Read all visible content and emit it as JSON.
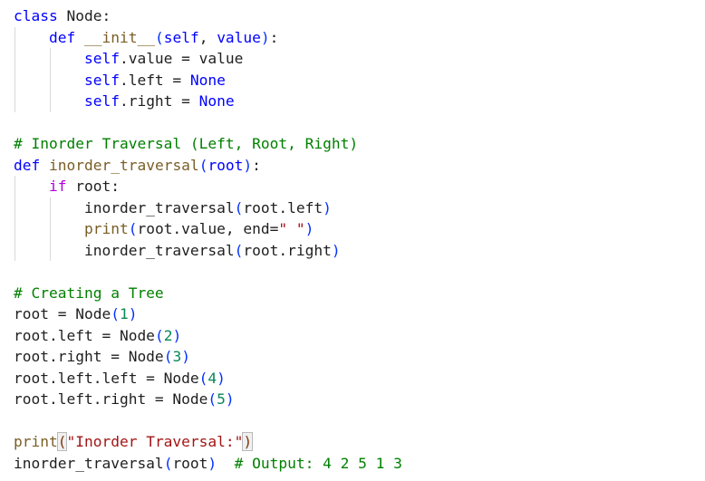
{
  "colors": {
    "background": "#ffffff",
    "keyword": "#0000ff",
    "control_keyword": "#af00db",
    "function": "#795e26",
    "string": "#a31515",
    "number": "#098658",
    "comment": "#008000",
    "bracket_level_1": "#0431fa",
    "bracket_level_2": "#319331"
  },
  "code": {
    "lines": [
      [
        [
          "kw",
          "class"
        ],
        [
          "plain",
          " Node:"
        ]
      ],
      [
        [
          "plain",
          "    "
        ],
        [
          "kw",
          "def"
        ],
        [
          "plain",
          " "
        ],
        [
          "fn",
          "__init__"
        ],
        [
          "p1",
          "("
        ],
        [
          "self",
          "self"
        ],
        [
          "plain",
          ", "
        ],
        [
          "self",
          "value"
        ],
        [
          "p1",
          ")"
        ],
        [
          "plain",
          ":"
        ]
      ],
      [
        [
          "plain",
          "        "
        ],
        [
          "self",
          "self"
        ],
        [
          "plain",
          ".value = value"
        ]
      ],
      [
        [
          "plain",
          "        "
        ],
        [
          "self",
          "self"
        ],
        [
          "plain",
          ".left = "
        ],
        [
          "const",
          "None"
        ]
      ],
      [
        [
          "plain",
          "        "
        ],
        [
          "self",
          "self"
        ],
        [
          "plain",
          ".right = "
        ],
        [
          "const",
          "None"
        ]
      ],
      [],
      [
        [
          "cmt",
          "# Inorder Traversal (Left, Root, Right)"
        ]
      ],
      [
        [
          "kw",
          "def"
        ],
        [
          "plain",
          " "
        ],
        [
          "fn",
          "inorder_traversal"
        ],
        [
          "p1",
          "("
        ],
        [
          "self",
          "root"
        ],
        [
          "p1",
          ")"
        ],
        [
          "plain",
          ":"
        ]
      ],
      [
        [
          "plain",
          "    "
        ],
        [
          "ctl",
          "if"
        ],
        [
          "plain",
          " root:"
        ]
      ],
      [
        [
          "plain",
          "        inorder_traversal"
        ],
        [
          "p1",
          "("
        ],
        [
          "plain",
          "root.left"
        ],
        [
          "p1",
          ")"
        ]
      ],
      [
        [
          "plain",
          "        "
        ],
        [
          "fn",
          "print"
        ],
        [
          "p1",
          "("
        ],
        [
          "plain",
          "root.value, end="
        ],
        [
          "str",
          "\" \""
        ],
        [
          "p1",
          ")"
        ]
      ],
      [
        [
          "plain",
          "        inorder_traversal"
        ],
        [
          "p1",
          "("
        ],
        [
          "plain",
          "root.right"
        ],
        [
          "p1",
          ")"
        ]
      ],
      [],
      [
        [
          "cmt",
          "# Creating a Tree"
        ]
      ],
      [
        [
          "plain",
          "root = Node"
        ],
        [
          "p1",
          "("
        ],
        [
          "num",
          "1"
        ],
        [
          "p1",
          ")"
        ]
      ],
      [
        [
          "plain",
          "root.left = Node"
        ],
        [
          "p1",
          "("
        ],
        [
          "num",
          "2"
        ],
        [
          "p1",
          ")"
        ]
      ],
      [
        [
          "plain",
          "root.right = Node"
        ],
        [
          "p1",
          "("
        ],
        [
          "num",
          "3"
        ],
        [
          "p1",
          ")"
        ]
      ],
      [
        [
          "plain",
          "root.left.left = Node"
        ],
        [
          "p1",
          "("
        ],
        [
          "num",
          "4"
        ],
        [
          "p1",
          ")"
        ]
      ],
      [
        [
          "plain",
          "root.left.right = Node"
        ],
        [
          "p1",
          "("
        ],
        [
          "num",
          "5"
        ],
        [
          "p1",
          ")"
        ]
      ],
      [],
      [
        [
          "fn",
          "print"
        ],
        [
          "p3",
          "("
        ],
        [
          "str",
          "\"Inorder Traversal:\""
        ],
        [
          "p3",
          ")"
        ]
      ],
      [
        [
          "plain",
          "inorder_traversal"
        ],
        [
          "p1",
          "("
        ],
        [
          "plain",
          "root"
        ],
        [
          "p1",
          ")"
        ],
        [
          "plain",
          "  "
        ],
        [
          "cmt",
          "# Output: 4 2 5 1 3"
        ]
      ]
    ]
  }
}
